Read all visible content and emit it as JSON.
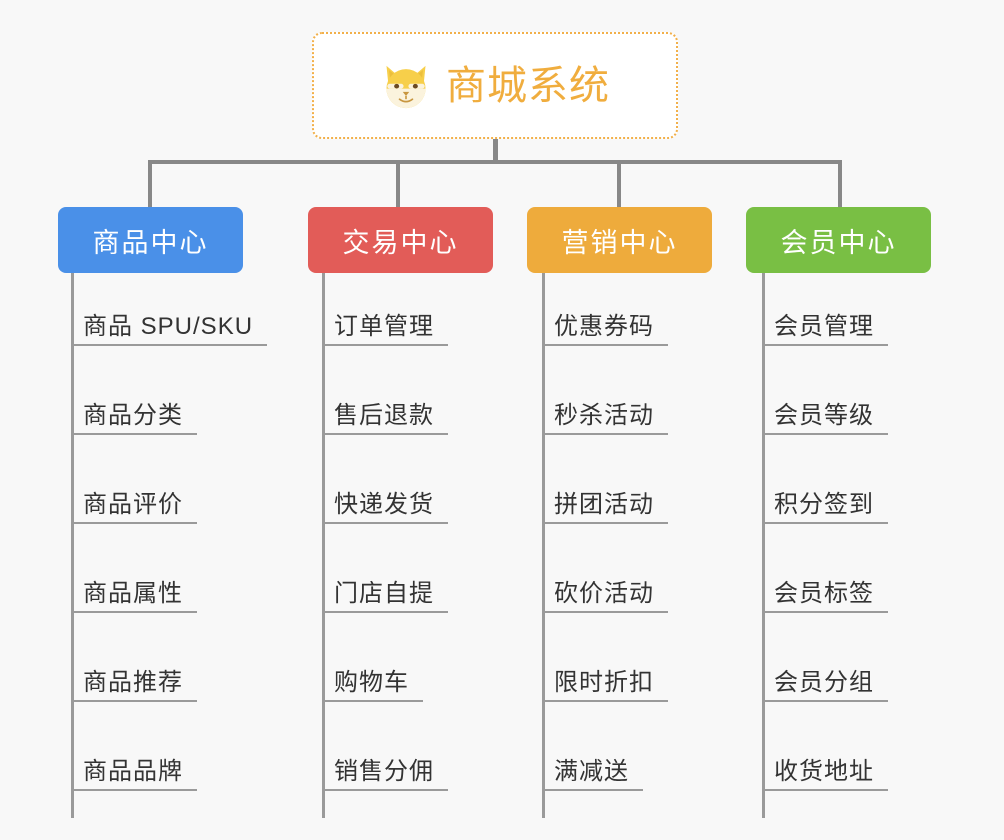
{
  "page": {
    "background_color": "#f8f8f8",
    "title": "商城系统功能架构图"
  },
  "root": {
    "label": "商城系统",
    "icon": "shiba-dog-face-icon",
    "text_color": "#f0ad3e",
    "border_color": "#f2b04a",
    "background_color": "#ffffff"
  },
  "connector": {
    "color": "#888888"
  },
  "columns": [
    {
      "id": "product-center",
      "header": "商品中心",
      "color": "#4a90e8",
      "items": [
        "商品 SPU/SKU",
        "商品分类",
        "商品评价",
        "商品属性",
        "商品推荐",
        "商品品牌"
      ]
    },
    {
      "id": "trade-center",
      "header": "交易中心",
      "color": "#e25c58",
      "items": [
        "订单管理",
        "售后退款",
        "快递发货",
        "门店自提",
        "购物车",
        "销售分佣"
      ]
    },
    {
      "id": "marketing-center",
      "header": "营销中心",
      "color": "#eeab3c",
      "items": [
        "优惠券码",
        "秒杀活动",
        "拼团活动",
        "砍价活动",
        "限时折扣",
        "满减送"
      ]
    },
    {
      "id": "member-center",
      "header": "会员中心",
      "color": "#79bf44",
      "items": [
        "会员管理",
        "会员等级",
        "积分签到",
        "会员标签",
        "会员分组",
        "收货地址"
      ]
    }
  ]
}
